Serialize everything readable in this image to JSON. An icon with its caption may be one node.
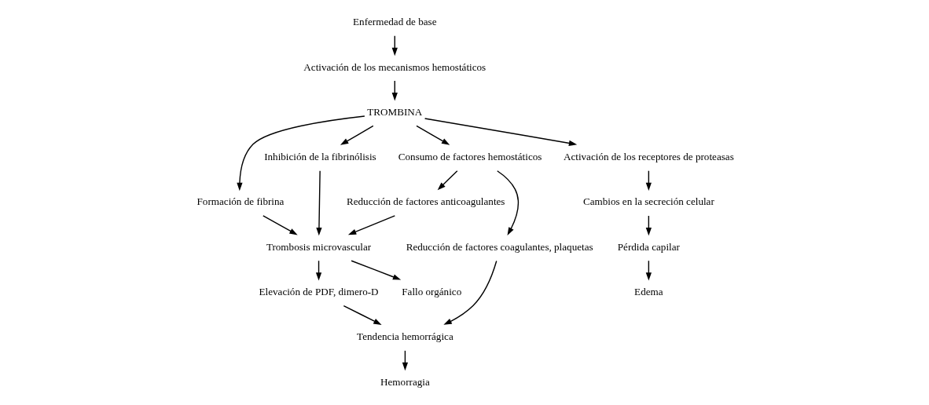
{
  "diagram": {
    "nodes": [
      {
        "text": [
          "Enfermedad de base"
        ]
      },
      {
        "text": [
          "Activación de los mecanismos hemostáticos"
        ]
      },
      {
        "text": [
          "TROMBINA"
        ]
      },
      {
        "text": [
          "Formación de fibrina"
        ]
      },
      {
        "text": [
          "Inhibición de la fibrinólisis"
        ]
      },
      {
        "text": [
          "Consumo de factores hemostáticos"
        ]
      },
      {
        "text": [
          "Activación de los receptores de proteasas"
        ]
      },
      {
        "text": [
          "Reducción de factores anticoagulantes"
        ]
      },
      {
        "text": [
          "Reducción de factores coagulantes, plaquetas"
        ]
      },
      {
        "text": [
          "Cambios en la secreción celular"
        ]
      },
      {
        "text": [
          "Trombosis microvascular"
        ]
      },
      {
        "text": [
          "Elevación de PDF, dimero-D"
        ]
      },
      {
        "text": [
          "Tendencia hemorrágica"
        ]
      },
      {
        "text": [
          "Pérdida capilar"
        ]
      },
      {
        "text": [
          "Fallo orgánico"
        ]
      },
      {
        "text": [
          "Hemorragia"
        ]
      },
      {
        "text": [
          "Edema"
        ]
      }
    ],
    "edges": [
      {
        "from": 0,
        "to": 1,
        "arrow": "to"
      },
      {
        "from": 1,
        "to": 2,
        "arrow": "to"
      },
      {
        "from": 2,
        "to": 3,
        "arrow": "to"
      },
      {
        "from": 2,
        "to": 4,
        "arrow": "to"
      },
      {
        "from": 2,
        "to": 5,
        "arrow": "to"
      },
      {
        "from": 2,
        "to": 6,
        "arrow": "to"
      },
      {
        "from": 5,
        "to": 7,
        "arrow": "to"
      },
      {
        "from": 5,
        "to": 8,
        "arrow": "to"
      },
      {
        "from": 6,
        "to": 9,
        "arrow": "to"
      },
      {
        "from": 3,
        "to": 10,
        "arrow": "to"
      },
      {
        "from": 4,
        "to": 10,
        "arrow": "to"
      },
      {
        "from": 7,
        "to": 10,
        "arrow": "to"
      },
      {
        "from": 10,
        "to": 11,
        "arrow": "to"
      },
      {
        "from": 11,
        "to": 12,
        "arrow": "to"
      },
      {
        "from": 8,
        "to": 12,
        "arrow": "to"
      },
      {
        "from": 9,
        "to": 13,
        "arrow": "to"
      },
      {
        "from": 10,
        "to": 14,
        "arrow": "to"
      },
      {
        "from": 12,
        "to": 15,
        "arrow": "to"
      },
      {
        "from": 13,
        "to": 16,
        "arrow": "to"
      }
    ]
  }
}
